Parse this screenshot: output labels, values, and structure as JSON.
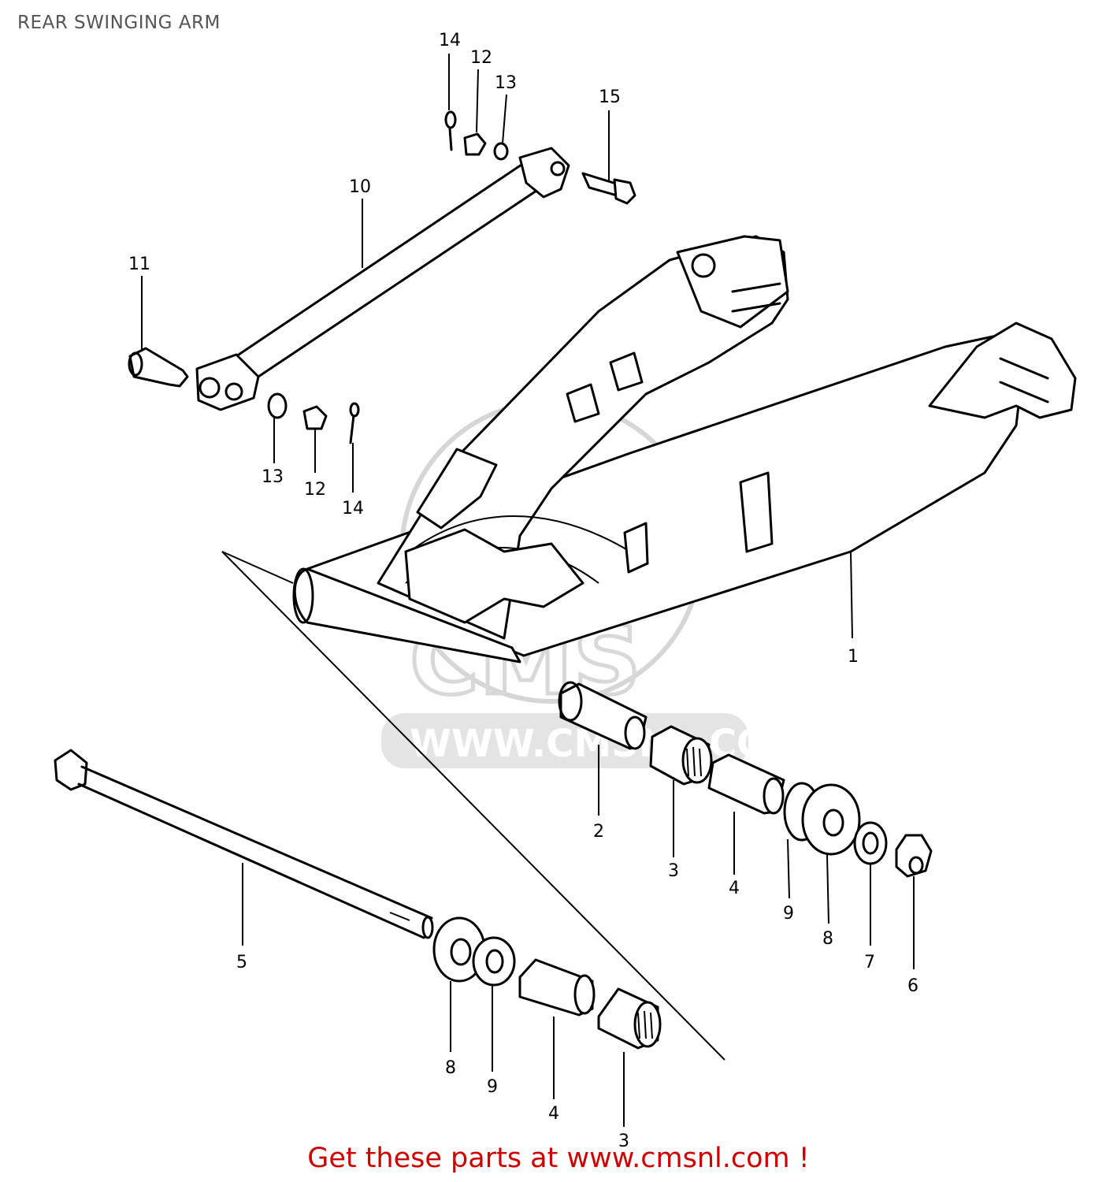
{
  "header": {
    "title": "REAR SWINGING ARM"
  },
  "footer": {
    "text": "Get these parts at www.cmsnl.com !"
  },
  "watermark": {
    "logo_text": "CMS",
    "url_text": "WWW.CMSNL.COM"
  },
  "callouts": [
    {
      "id": "1",
      "text": "1"
    },
    {
      "id": "2",
      "text": "2"
    },
    {
      "id": "3a",
      "text": "3"
    },
    {
      "id": "3b",
      "text": "3"
    },
    {
      "id": "4a",
      "text": "4"
    },
    {
      "id": "4b",
      "text": "4"
    },
    {
      "id": "5",
      "text": "5"
    },
    {
      "id": "6",
      "text": "6"
    },
    {
      "id": "7",
      "text": "7"
    },
    {
      "id": "8a",
      "text": "8"
    },
    {
      "id": "8b",
      "text": "8"
    },
    {
      "id": "9a",
      "text": "9"
    },
    {
      "id": "9b",
      "text": "9"
    },
    {
      "id": "10",
      "text": "10"
    },
    {
      "id": "11",
      "text": "11"
    },
    {
      "id": "12a",
      "text": "12"
    },
    {
      "id": "12b",
      "text": "12"
    },
    {
      "id": "13a",
      "text": "13"
    },
    {
      "id": "13b",
      "text": "13"
    },
    {
      "id": "14a",
      "text": "14"
    },
    {
      "id": "14b",
      "text": "14"
    },
    {
      "id": "15",
      "text": "15"
    }
  ]
}
